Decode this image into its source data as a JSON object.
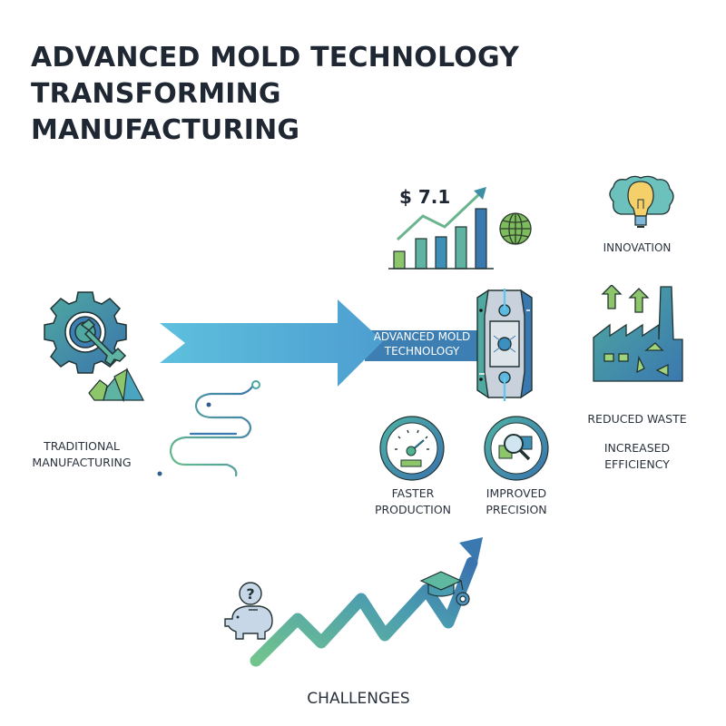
{
  "title": {
    "lines": [
      "ADVANCED MOLD TECHNOLOGY",
      "TRANSFORMING",
      "MANUFACTURING"
    ]
  },
  "left": {
    "label_lines": [
      "TRADITIONAL",
      "MANUFACTURING"
    ],
    "icons": [
      "gear-wrench-icon",
      "pyramid-blocks-icon",
      "winding-path-icon"
    ]
  },
  "center": {
    "arrow_label_lines": [
      "ADVANCED MOLD",
      "TECHNOLOGY"
    ],
    "market_value": "$ 7.1",
    "icons": [
      "bar-chart-growth-icon",
      "globe-icon",
      "mold-device-icon"
    ]
  },
  "benefits": [
    {
      "label_lines": [
        "FASTER",
        "PRODUCTION"
      ],
      "icon": "speedometer-icon"
    },
    {
      "label_lines": [
        "IMPROVED",
        "PRECISION"
      ],
      "icon": "magnifier-icon"
    }
  ],
  "right": {
    "innovation_label": "INNOVATION",
    "reduced_waste_label": "REDUCED WASTE",
    "efficiency_lines": [
      "INCREASED",
      "EFFICIENCY"
    ],
    "icons": [
      "brain-lightbulb-icon",
      "factory-recycle-icon"
    ]
  },
  "bottom": {
    "label": "CHALLENGES",
    "icons": [
      "piggy-bank-question-icon",
      "zigzag-growth-arrow-icon",
      "graduation-cap-gear-icon"
    ]
  },
  "colors": {
    "title": "#1f2733",
    "arrow_light": "#5db8d9",
    "arrow_dark": "#3d7fb3",
    "teal": "#4aa6a0",
    "green": "#8cc56a",
    "blue": "#3a78b0"
  }
}
